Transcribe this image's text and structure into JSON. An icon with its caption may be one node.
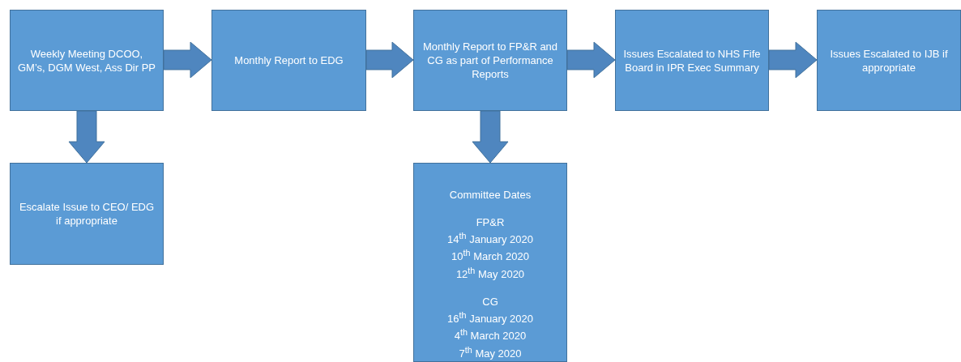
{
  "diagram": {
    "nodes": [
      {
        "text": [
          "Weekly Meeting DCOO, GM’s, DGM West, Ass Dir PP"
        ]
      },
      {
        "text": [
          "Monthly Report to EDG"
        ]
      },
      {
        "text": [
          "Monthly Report to FP&R and CG as part of Performance Reports"
        ]
      },
      {
        "text": [
          "Issues Escalated to NHS Fife Board in IPR Exec Summary"
        ]
      },
      {
        "text": [
          "Issues Escalated to IJB if appropriate"
        ]
      },
      {
        "text": [
          "Escalate Issue to CEO/ EDG if appropriate"
        ]
      },
      {
        "text": [
          "Committee Dates",
          "FP&R",
          "14$^{th}$ January 2020",
          "10$^{th}$ March 2020",
          "12$^{th}$ May 2020",
          "CG",
          "16$^{th}$ January 2020",
          "4$^{th}$ March 2020",
          "7$^{th}$ May 2020"
        ]
      }
    ],
    "edges": [
      {
        "from": 0,
        "to": 1,
        "arrow": "to"
      },
      {
        "from": 1,
        "to": 2,
        "arrow": "to"
      },
      {
        "from": 2,
        "to": 3,
        "arrow": "to"
      },
      {
        "from": 3,
        "to": 4,
        "arrow": "to"
      },
      {
        "from": 0,
        "to": 5,
        "arrow": "to"
      },
      {
        "from": 2,
        "to": 6,
        "arrow": "to"
      }
    ]
  }
}
